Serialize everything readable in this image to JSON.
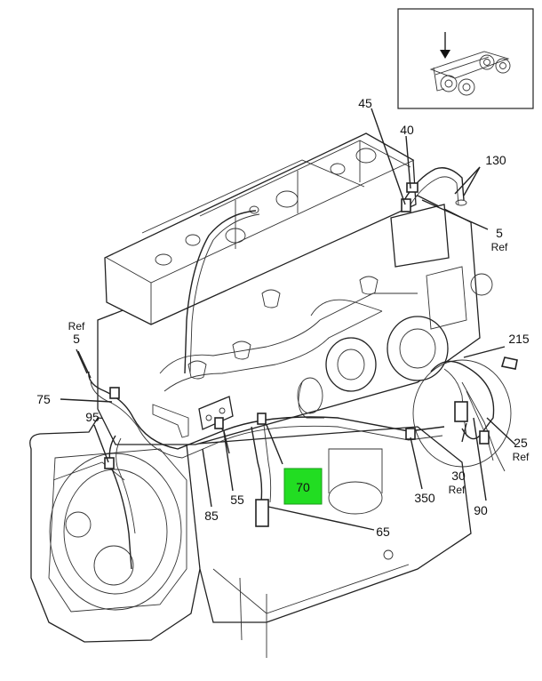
{
  "callouts": {
    "c45": "45",
    "c40": "40",
    "c130": "130",
    "c5a": "5",
    "c5a_ref": "Ref",
    "c5b_ref": "Ref",
    "c5b": "5",
    "c215": "215",
    "c75": "75",
    "c95": "95",
    "c25": "25",
    "c25_ref": "Ref",
    "c30": "30",
    "c30_ref": "Ref",
    "c70": "70",
    "c55": "55",
    "c350": "350",
    "c90": "90",
    "c85": "85",
    "c65": "65"
  },
  "highlight": {
    "part_number": "70",
    "color": "#22dd22"
  }
}
